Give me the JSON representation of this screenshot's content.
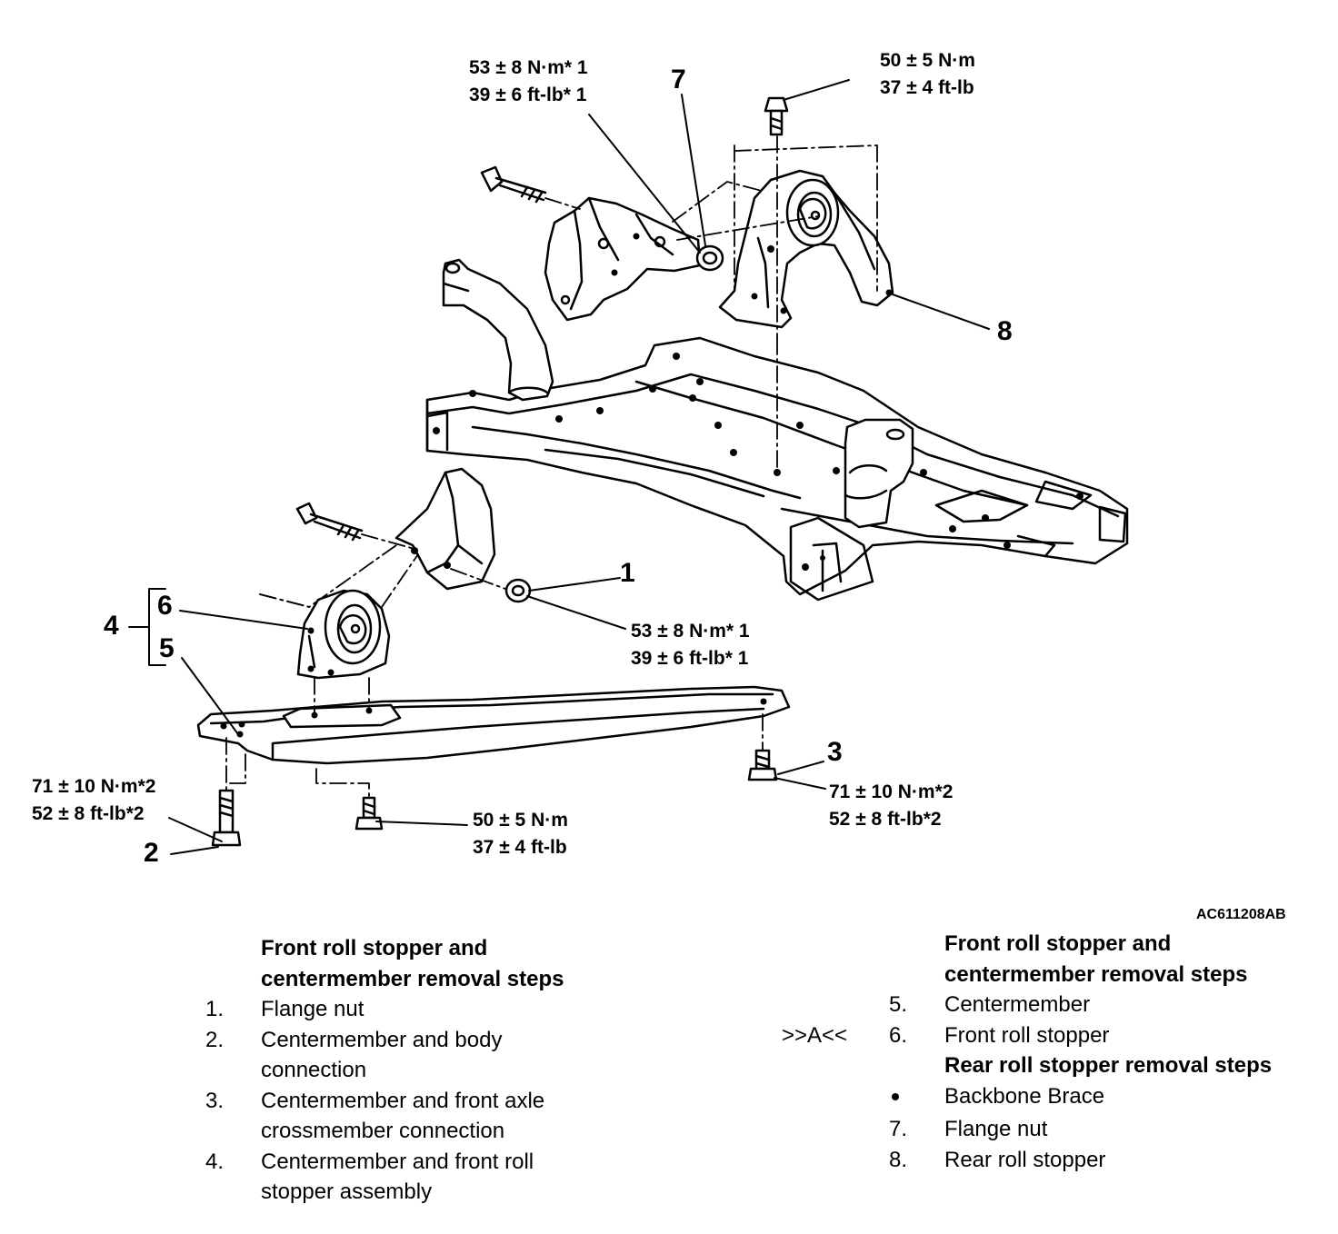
{
  "callouts": {
    "c1": "1",
    "c2": "2",
    "c3": "3",
    "c4": "4",
    "c5": "5",
    "c6": "6",
    "c7": "7",
    "c8": "8"
  },
  "torques": {
    "t7_nm": "53 ± 8 N·m* 1",
    "t7_ft": "39 ± 6 ft-lb* 1",
    "tbolt_top_nm": "50 ± 5 N·m",
    "tbolt_top_ft": "37 ± 4 ft-lb",
    "t1_nm": "53 ± 8 N·m* 1",
    "t1_ft": "39 ± 6 ft-lb* 1",
    "t2_nm": "71 ± 10 N·m*2",
    "t2_ft": "52 ± 8 ft-lb*2",
    "t3_nm": "71 ± 10 N·m*2",
    "t3_ft": "52 ± 8 ft-lb*2",
    "tbottom_nm": "50 ± 5 N·m",
    "tbottom_ft": "37 ± 4 ft-lb"
  },
  "figure_code": "AC611208AB",
  "left_steps": {
    "heading_1": "Front roll stopper and",
    "heading_2": "centermember removal steps",
    "items": [
      {
        "num": "1.",
        "line1": "Flange nut",
        "line2": ""
      },
      {
        "num": "2.",
        "line1": "Centermember and body",
        "line2": "connection"
      },
      {
        "num": "3.",
        "line1": "Centermember and front axle",
        "line2": "crossmember connection"
      },
      {
        "num": "4.",
        "line1": "Centermember and front roll",
        "line2": "stopper assembly"
      }
    ]
  },
  "right_steps": {
    "heading_1": "Front roll stopper and",
    "heading_2": "centermember removal steps",
    "item5_num": "5.",
    "item5_text": "Centermember",
    "item6_marker": ">>A<<",
    "item6_num": "6.",
    "item6_text": "Front roll stopper",
    "rear_heading": "Rear roll stopper removal steps",
    "brace_text": "Backbone Brace",
    "item7_num": "7.",
    "item7_text": "Flange nut",
    "item8_num": "8.",
    "item8_text": "Rear roll stopper"
  }
}
